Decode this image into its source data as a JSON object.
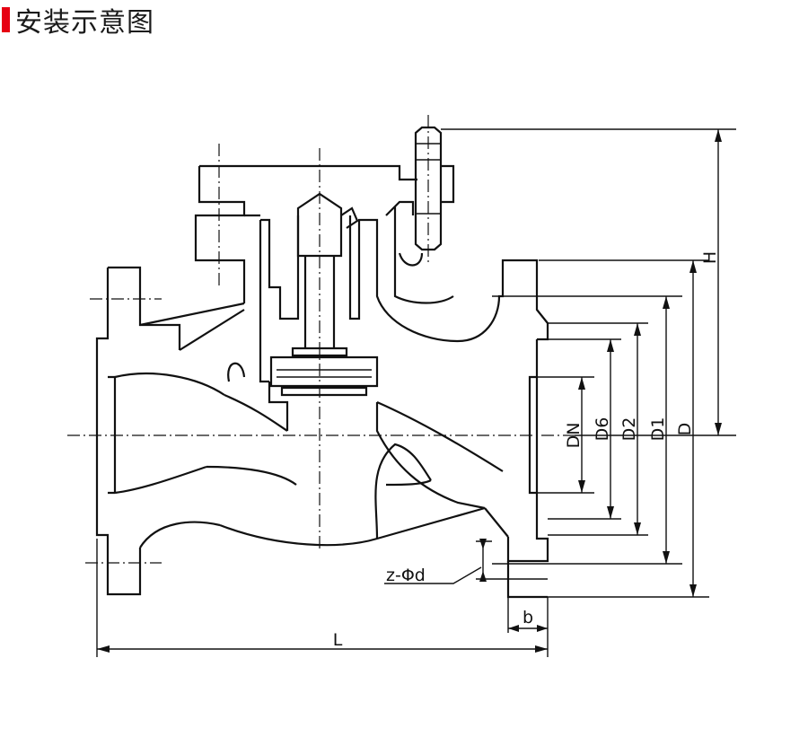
{
  "header": {
    "title": "安装示意图",
    "accent_color": "#e60012"
  },
  "labels": {
    "DN": "DN",
    "D6": "D6",
    "D2": "D2",
    "D1": "D1",
    "D": "D",
    "H": "H",
    "L": "L",
    "b": "b",
    "bolt": "z-Φd"
  }
}
